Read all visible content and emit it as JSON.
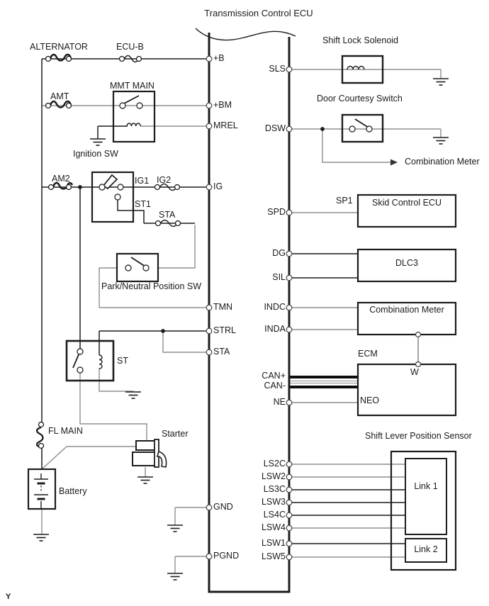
{
  "title": "Transmission Control ECU",
  "corner_label": "Y",
  "colors": {
    "wire_gray": "#8f8f8f",
    "line_black": "#1c1c1c",
    "background": "#ffffff"
  },
  "ecu": {
    "left_pins": [
      "+B",
      "+BM",
      "MREL",
      "IG",
      "TMN",
      "STRL",
      "STA",
      "GND",
      "PGND"
    ],
    "right_pins": [
      "SLS",
      "DSW",
      "SPD",
      "DG",
      "SIL",
      "INDC",
      "INDA",
      "CAN+",
      "CAN-",
      "NE",
      "LS2C",
      "LSW2",
      "LS3C",
      "LSW3",
      "LS4C",
      "LSW4",
      "LSW1",
      "LSW5"
    ]
  },
  "power_circuit": {
    "alternator_fuse": "ALTERNATOR",
    "ecu_b_fuse": "ECU-B",
    "amt_fuse": "AMT",
    "mmt_main_relay": "MMT MAIN",
    "ignition_sw": "Ignition SW",
    "am2_fuse": "AM2",
    "ig1_terminal": "IG1",
    "ig2_fuse": "IG2",
    "st1_terminal": "ST1",
    "sta_fuse": "STA",
    "park_neutral_sw": "Park/Neutral Position SW",
    "st_relay": "ST",
    "fl_main_fuse": "FL MAIN",
    "battery": "Battery",
    "starter": "Starter"
  },
  "right_circuit": {
    "shift_lock_solenoid": "Shift Lock Solenoid",
    "door_courtesy_switch": "Door Courtesy Switch",
    "combination_meter_branch": "Combination Meter",
    "sp1_terminal": "SP1",
    "skid_control_ecu": "Skid Control ECU",
    "dlc3": "DLC3",
    "combination_meter": "Combination Meter",
    "ecm": "ECM",
    "ecm_w_terminal": "W",
    "ecm_neo_terminal": "NEO",
    "shift_lever_position_sensor": "Shift Lever Position Sensor",
    "link1": "Link 1",
    "link2": "Link 2"
  }
}
